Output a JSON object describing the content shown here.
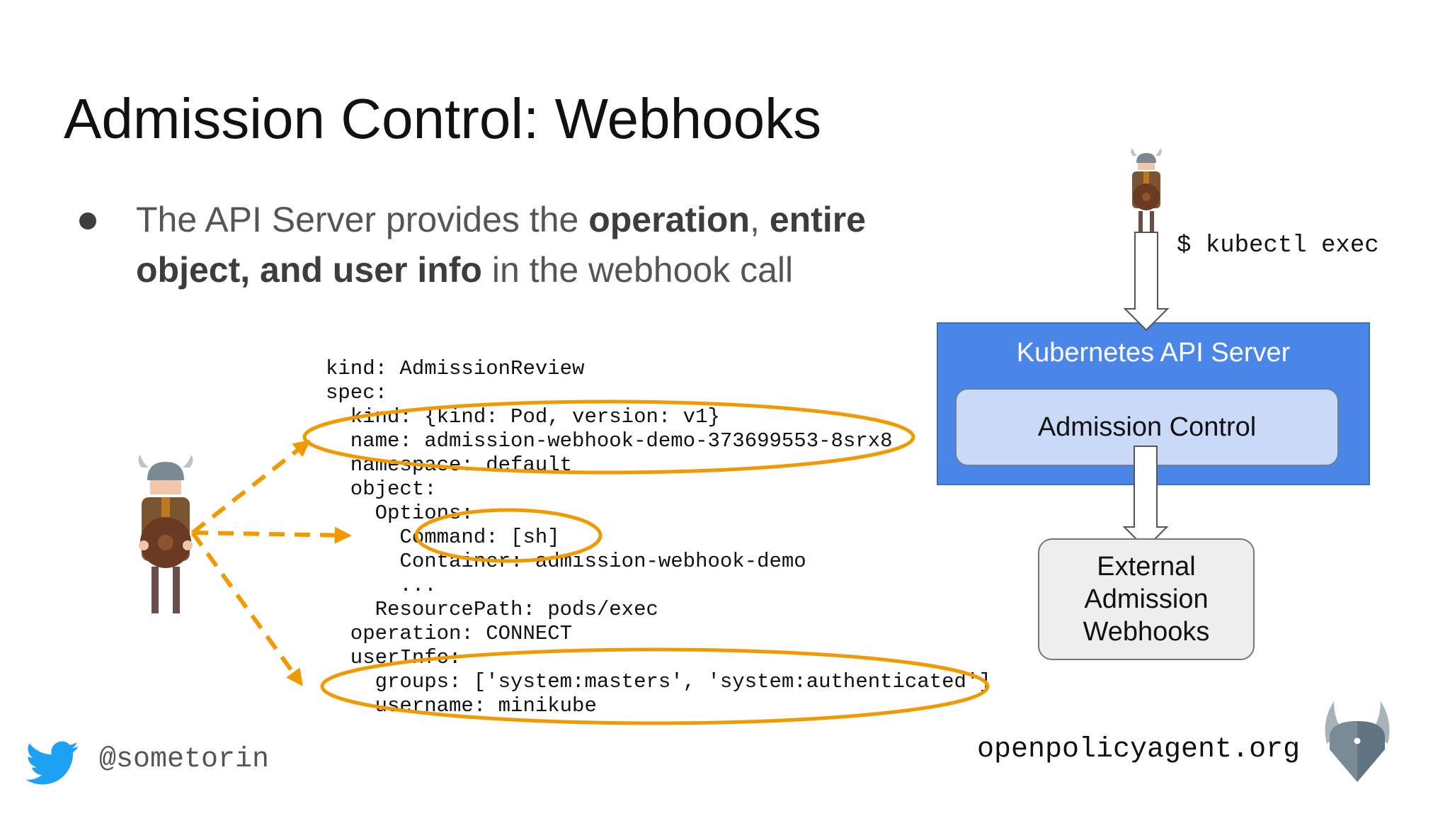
{
  "title": "Admission Control: Webhooks",
  "bullet": {
    "t1": "The API Server provides the ",
    "b1": "operation",
    "t2": ", ",
    "b2": "entire object, and user info",
    "t3": " in the webhook call"
  },
  "code_lines": [
    "kind: AdmissionReview",
    "spec:",
    "  kind: {kind: Pod, version: v1}",
    "  name: admission-webhook-demo-373699553-8srx8",
    "  namespace: default",
    "  object:",
    "    Options:",
    "      Command: [sh]",
    "      Container: admission-webhook-demo",
    "      ...",
    "    ResourcePath: pods/exec",
    "  operation: CONNECT",
    "  userInfo:",
    "    groups: ['system:masters', 'system:authenticated']",
    "    username: minikube"
  ],
  "kubectl_command": "$ kubectl exec",
  "api_server_label": "Kubernetes API Server",
  "admission_control_label": "Admission Control",
  "external_webhooks_lines": [
    "External",
    "Admission",
    "Webhooks"
  ],
  "twitter_handle": "@sometorin",
  "website": "openpolicyagent.org",
  "colors": {
    "highlight_orange": "#f29900",
    "api_server_blue": "#4a86e8",
    "admission_light_blue": "#c9daf8",
    "webhooks_gray": "#eeeeee",
    "twitter_blue": "#1da1f2",
    "opa_gray": "#5f7380"
  },
  "icons": [
    "viking-user-icon",
    "viking-user-small-icon",
    "twitter-bird-icon",
    "opa-logo-icon"
  ]
}
